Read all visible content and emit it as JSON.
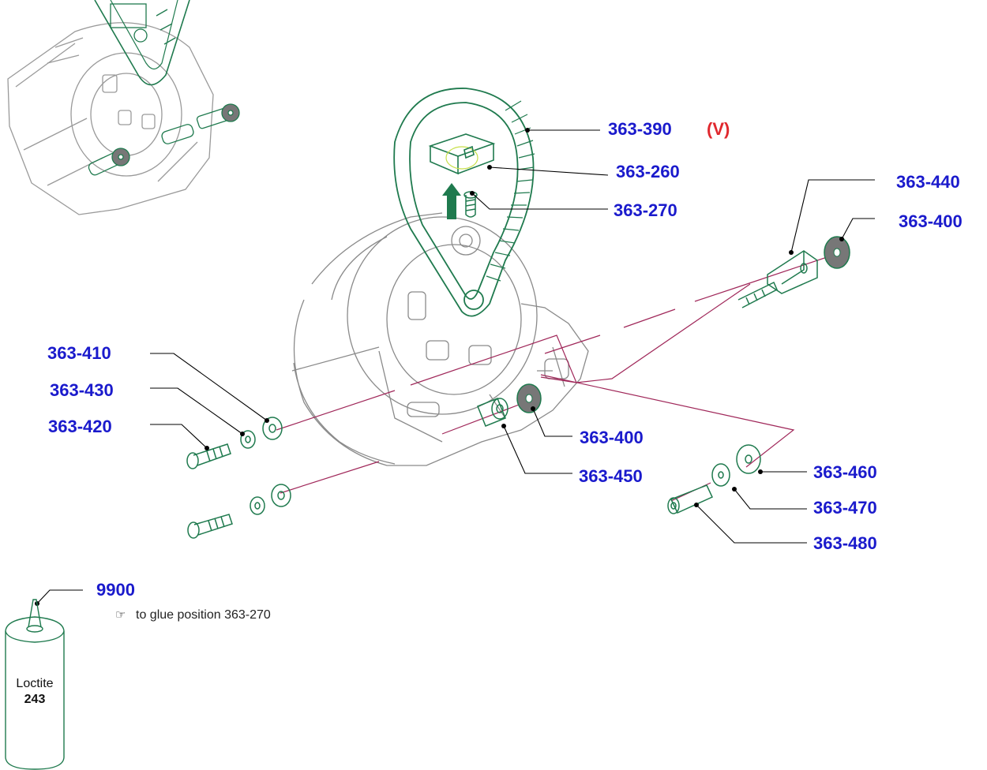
{
  "part_labels": {
    "p363_390": "363-390",
    "p363_390_variant": "(V)",
    "p363_260": "363-260",
    "p363_270": "363-270",
    "p363_440": "363-440",
    "p363_400_top": "363-400",
    "p363_410": "363-410",
    "p363_430": "363-430",
    "p363_420": "363-420",
    "p363_400_mid": "363-400",
    "p363_450": "363-450",
    "p363_460": "363-460",
    "p363_470": "363-470",
    "p363_480": "363-480",
    "p9900": "9900"
  },
  "note": {
    "icon": "pointing-hand-icon",
    "text": "to glue position 363-270"
  },
  "bottle": {
    "brand": "Loctite",
    "number": "243"
  },
  "colors": {
    "part_number": "#1a1acc",
    "variant_marker": "#e0282e",
    "part_outline": "#1f7a4e",
    "assembly_axis": "#a0285a",
    "housing": "#8a8a8a",
    "leader_line": "#000000"
  }
}
